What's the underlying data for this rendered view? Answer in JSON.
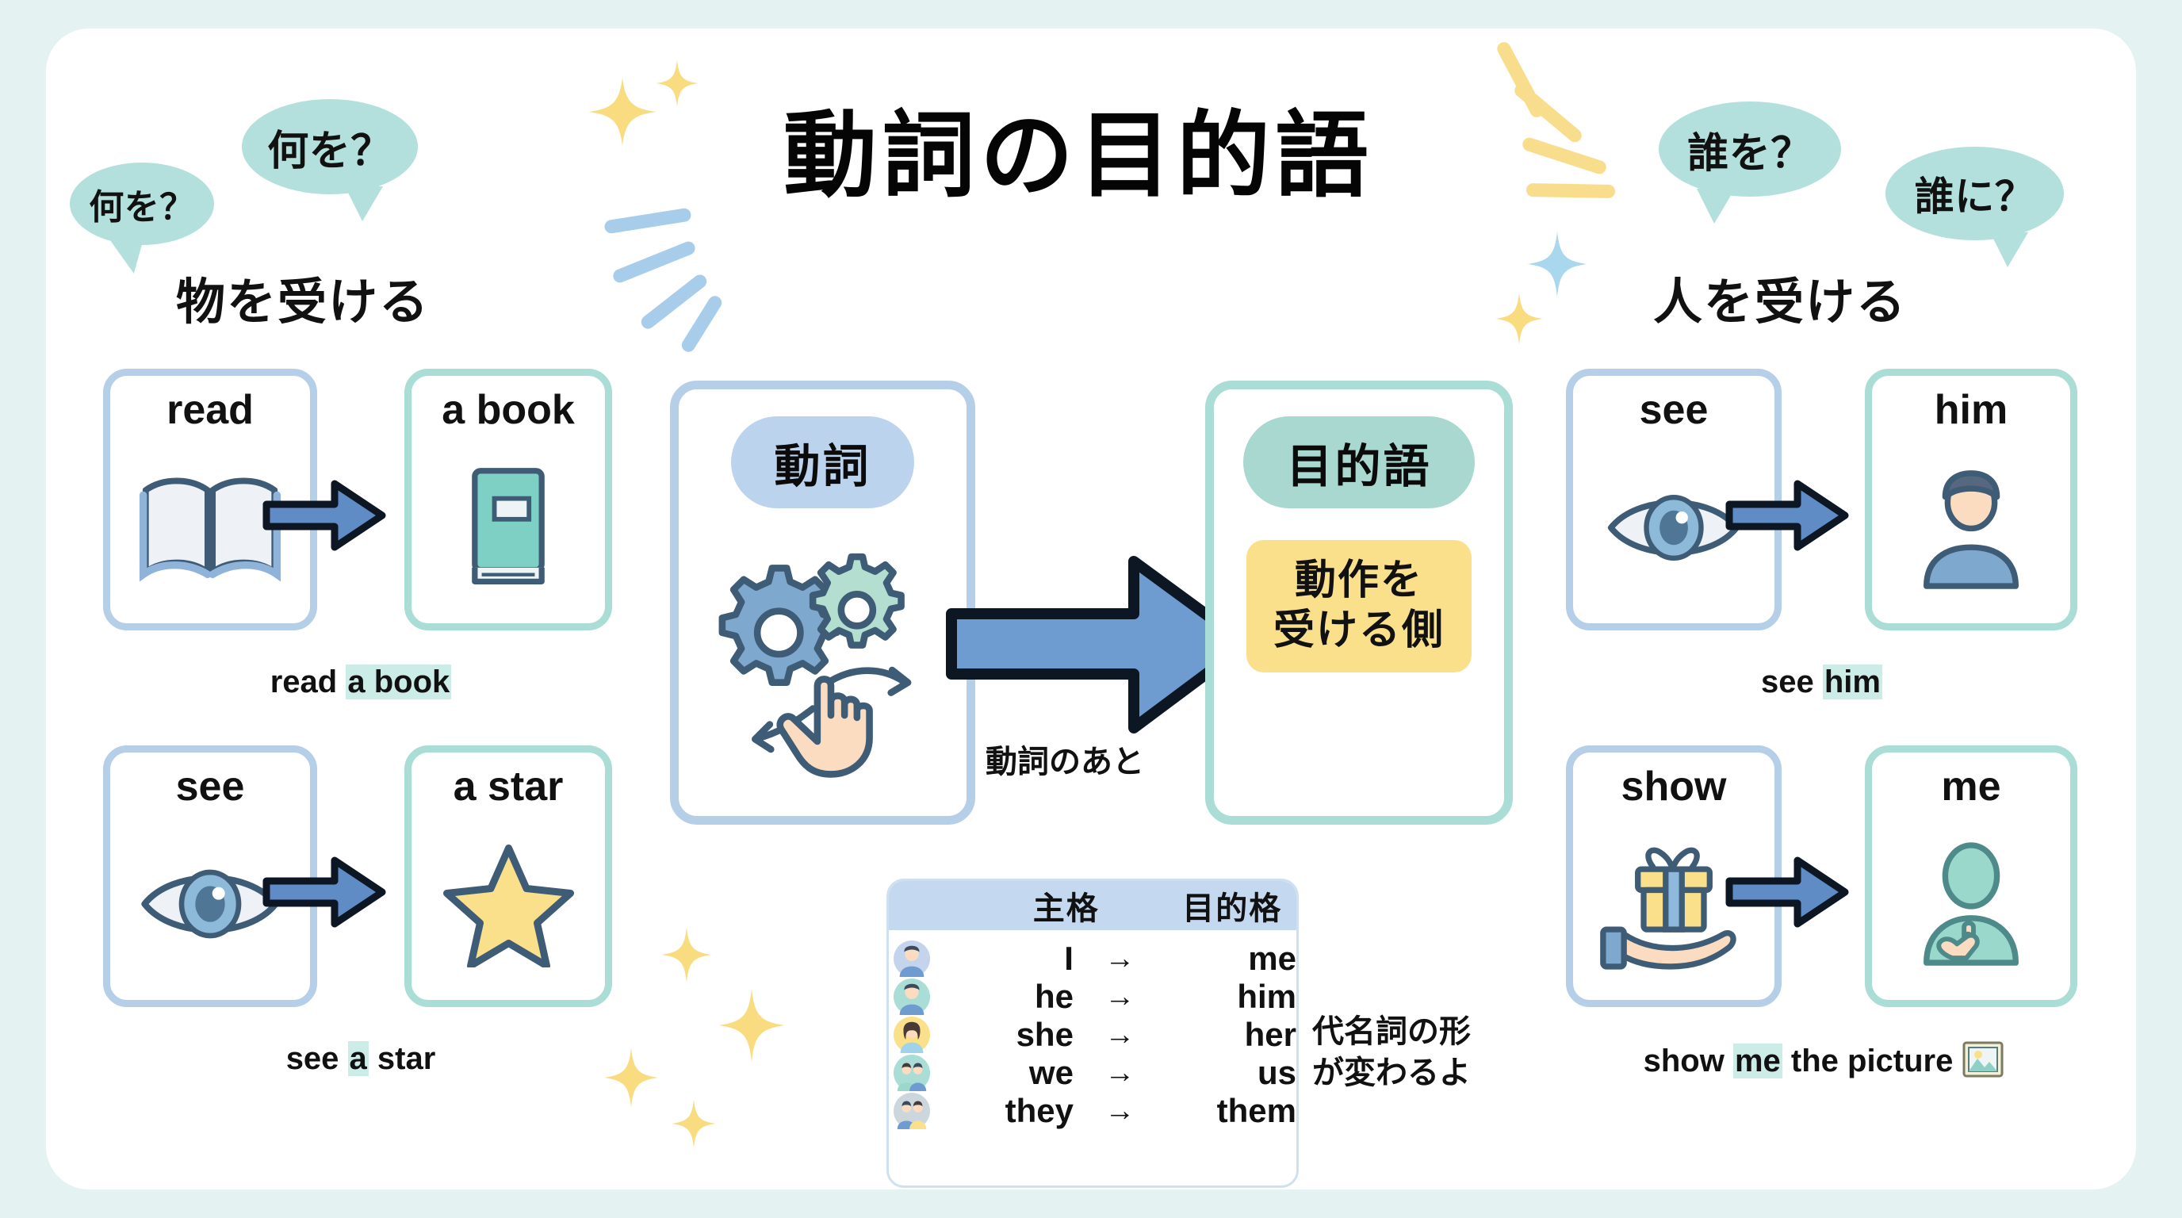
{
  "title": "動詞の目的語",
  "left_section": {
    "heading": "物を受ける",
    "bubble_small": "何を？",
    "bubble_large": "何を？",
    "pairs": [
      {
        "verb": "read",
        "verb_icon": "open-book-icon",
        "object": "a book",
        "object_icon": "closed-book-icon",
        "phrase_prefix": "read ",
        "phrase_highlight": "a book",
        "phrase_suffix": ""
      },
      {
        "verb": "see",
        "verb_icon": "eye-icon",
        "object": "a star",
        "object_icon": "star-icon",
        "phrase_prefix": "see ",
        "phrase_highlight": "a",
        "phrase_suffix": " star"
      }
    ]
  },
  "right_section": {
    "heading": "人を受ける",
    "bubble_small": "誰を？",
    "bubble_large": "誰に？",
    "pairs": [
      {
        "verb": "see",
        "verb_icon": "eye-icon",
        "object": "him",
        "object_icon": "man-avatar-icon",
        "phrase_prefix": "see ",
        "phrase_highlight": "him",
        "phrase_suffix": ""
      },
      {
        "verb": "show",
        "verb_icon": "gift-on-hand-icon",
        "object": "me",
        "object_icon": "person-pointing-self-icon",
        "phrase_prefix": "show ",
        "phrase_highlight": "me",
        "phrase_suffix": " the picture"
      }
    ]
  },
  "center": {
    "verb_panel": {
      "pill": "動詞",
      "icon": "gears-and-pointing-hand-icon"
    },
    "after_verb_note": "動詞のあと",
    "object_panel": {
      "pill": "目的語",
      "box_line1": "動作を",
      "box_line2": "受ける側"
    }
  },
  "pronoun_table": {
    "header_subject": "主格",
    "header_object": "目的格",
    "arrow": "→",
    "rows": [
      {
        "avatar": "man-blue-avatar-icon",
        "subject": "I",
        "object": "me"
      },
      {
        "avatar": "man-teal-avatar-icon",
        "subject": "he",
        "object": "him"
      },
      {
        "avatar": "woman-yellow-avatar-icon",
        "subject": "she",
        "object": "her"
      },
      {
        "avatar": "pair-teal-avatar-icon",
        "subject": "we",
        "object": "us"
      },
      {
        "avatar": "pair-gray-avatar-icon",
        "subject": "they",
        "object": "them"
      }
    ],
    "side_note_line1": "代名詞の形",
    "side_note_line2": "が変わるよ"
  },
  "colors": {
    "page_bg": "#e4f3f1",
    "card_bg": "#ffffff",
    "verb_blue": "#b6cfe8",
    "object_teal": "#a9ddd6",
    "bubble_teal": "#b3e0dc",
    "highlight_teal": "#ccece7",
    "yellow": "#fbe08b",
    "arrow_blue": "#6e9bd0"
  }
}
